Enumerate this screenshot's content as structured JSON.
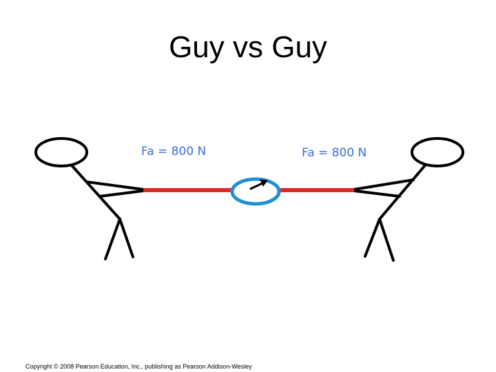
{
  "slide": {
    "title": "Guy vs Guy",
    "force_left": "Fa = 800 N",
    "force_right": "Fa = 800 N",
    "copyright": "Copyright © 2008 Pearson Education, Inc., publishing as Pearson Addison-Wesley"
  },
  "colors": {
    "rope": "#e02828",
    "circle": "#1f8fd6",
    "figure": "#000000",
    "label": "#3a6fd8"
  }
}
